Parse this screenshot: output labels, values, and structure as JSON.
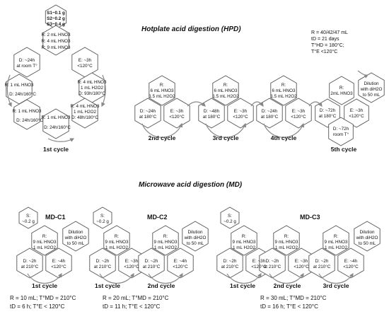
{
  "hpd": {
    "title": "Hotplate acid digestion (HPD)",
    "params": [
      "R = 40/42/47 mL",
      "tD = 21 days",
      "T°HD = 180°C;",
      "T°E <120°C"
    ],
    "samples": [
      "S1~0.1 g",
      "S2~0.2 g",
      "S3~0.4 g"
    ],
    "cycle1": {
      "r_top": [
        "R: 2 mL HNO3",
        "R: 4 mL HNO3",
        "R: 9 mL HNO3"
      ],
      "d_left": [
        "D: ~24h",
        "at room T°"
      ],
      "e_right": [
        "E: ~3h",
        "<120°C"
      ],
      "r_left": "R: 1 mL HNO3",
      "d_24h_160": "D: 24h/160°C",
      "r_right": [
        "R: 4 mL HNO3",
        "1 mL H2O2",
        "D: 93h/180°C"
      ],
      "r_left2": "R: 1 mL HNO3",
      "d_left2": "D: 24h/160°C",
      "r_bottom": "R: 1 mL HNO3",
      "d_bottom": "D: 24h/160°C",
      "r_right2": [
        "R: 4 mL HNO3",
        "1 mL H2O2",
        "D: 48h/180°C"
      ],
      "label": "1st cycle"
    },
    "cycle2": {
      "r": [
        "R:",
        "6 mL HNO3",
        "1.5 mL H2O2"
      ],
      "d": [
        "D: ~24h",
        "at 180°C"
      ],
      "e": [
        "E: ~3h",
        "<120°C"
      ],
      "label": "2nd cycle"
    },
    "cycle3": {
      "r": [
        "R:",
        "6 mL HNO3",
        "1.5 mL H2O2"
      ],
      "d": [
        "D: ~48h",
        "at 180°C"
      ],
      "e": [
        "E: ~3h",
        "<120°C"
      ],
      "label": "3rd cycle"
    },
    "cycle4": {
      "r": [
        "R:",
        "6 mL HNO3",
        "1.5 mL H2O2"
      ],
      "d": [
        "D: ~24h",
        "at 180°C"
      ],
      "e": [
        "E: ~3h",
        "<120°C"
      ],
      "label": "4th cycle"
    },
    "cycle5": {
      "r": [
        "R:",
        "2mL HNO3"
      ],
      "d": [
        "D: ~72h",
        "at 180°C"
      ],
      "e": [
        "E: ~3h",
        "<120°C"
      ],
      "d2": [
        "D: ~72h",
        "room T°"
      ],
      "dilution": [
        "Dilution",
        "with diH2O",
        "to 50 mL"
      ],
      "label": "5th cycle"
    }
  },
  "md": {
    "title": "Microwave acid digestion (MD)",
    "c1": {
      "title": "MD-C1",
      "sample": [
        "S:",
        "~0.2 g"
      ],
      "r": [
        "R:",
        "9 mL HNO3",
        "1 mL H2O2"
      ],
      "d": [
        "D: ~2h",
        "at 210°C"
      ],
      "e": [
        "E: ~4h",
        "<120°C"
      ],
      "dilution": [
        "Dilution",
        "with diH2O",
        "to 50 mL"
      ],
      "cycle_label": "1st cycle",
      "params": [
        "R = 10 mL; T°MD = 210°C",
        "tD = 6 h; T°E < 120°C"
      ]
    },
    "c2": {
      "title": "MD-C2",
      "sample": [
        "S:",
        "~0.2 g"
      ],
      "cyc1": {
        "r": [
          "R:",
          "9 mL HNO3",
          "1 mL H2O2"
        ],
        "d": [
          "D: ~2h",
          "at 210°C"
        ],
        "e": [
          "E: ~3h",
          "<120°C"
        ]
      },
      "cyc2": {
        "r": [
          "R:",
          "9 mL HNO3",
          "1 mL H2O2"
        ],
        "d": [
          "D: ~2h",
          "at 210°C"
        ],
        "e": [
          "E: ~4h",
          "<120°C"
        ]
      },
      "dilution": [
        "Dilution",
        "with diH2O",
        "to 50 mL"
      ],
      "cycle_labels": [
        "1st cycle",
        "2nd cycle"
      ],
      "params": [
        "R = 20 mL; T°MD = 210°C",
        "tD = 11 h; T°E < 120°C"
      ]
    },
    "c3": {
      "title": "MD-C3",
      "sample": [
        "S:",
        "~0.2 g"
      ],
      "cyc1": {
        "r": [
          "R:",
          "9 mL HNO3",
          "1 mL H2O2"
        ],
        "d": [
          "D: ~2h",
          "at 210°C"
        ],
        "e": [
          "E: ~3h",
          "<120°C"
        ]
      },
      "cyc2": {
        "r": [
          "R:",
          "9 mL HNO3",
          "1 mL H2O2"
        ],
        "d": [
          "D: ~2h",
          "at 210°C"
        ],
        "e": [
          "E: ~3h",
          "<120°C"
        ]
      },
      "cyc3": {
        "r": [
          "R:",
          "9 mL HNO3",
          "1 mL H2O2"
        ],
        "d": [
          "D: ~2h",
          "at 210°C"
        ],
        "e": [
          "E: ~4h",
          "<120°C"
        ]
      },
      "dilution": [
        "Dilution",
        "with diH2O",
        "to 50 mL"
      ],
      "cycle_labels": [
        "1st cycle",
        "2nd cycle",
        "3rd cycle"
      ],
      "params": [
        "R = 30 mL; T°MD = 210°C",
        "tD = 16 h; T°E < 120°C"
      ]
    }
  }
}
